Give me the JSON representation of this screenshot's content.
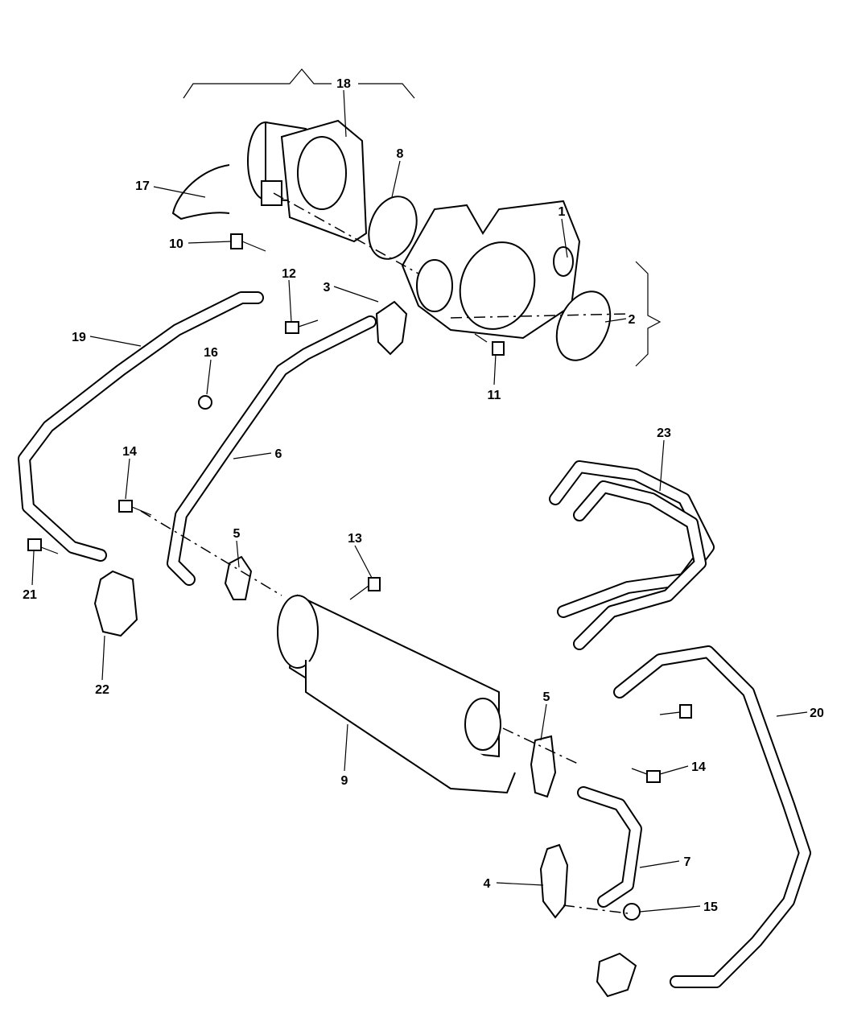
{
  "diagram": {
    "type": "exploded parts diagram",
    "callouts": [
      "18",
      "17",
      "8",
      "1",
      "10",
      "12",
      "3",
      "2",
      "19",
      "16",
      "11",
      "6",
      "23",
      "14",
      "5",
      "13",
      "21",
      "22",
      "9",
      "5",
      "14",
      "20",
      "7",
      "4",
      "15"
    ]
  }
}
